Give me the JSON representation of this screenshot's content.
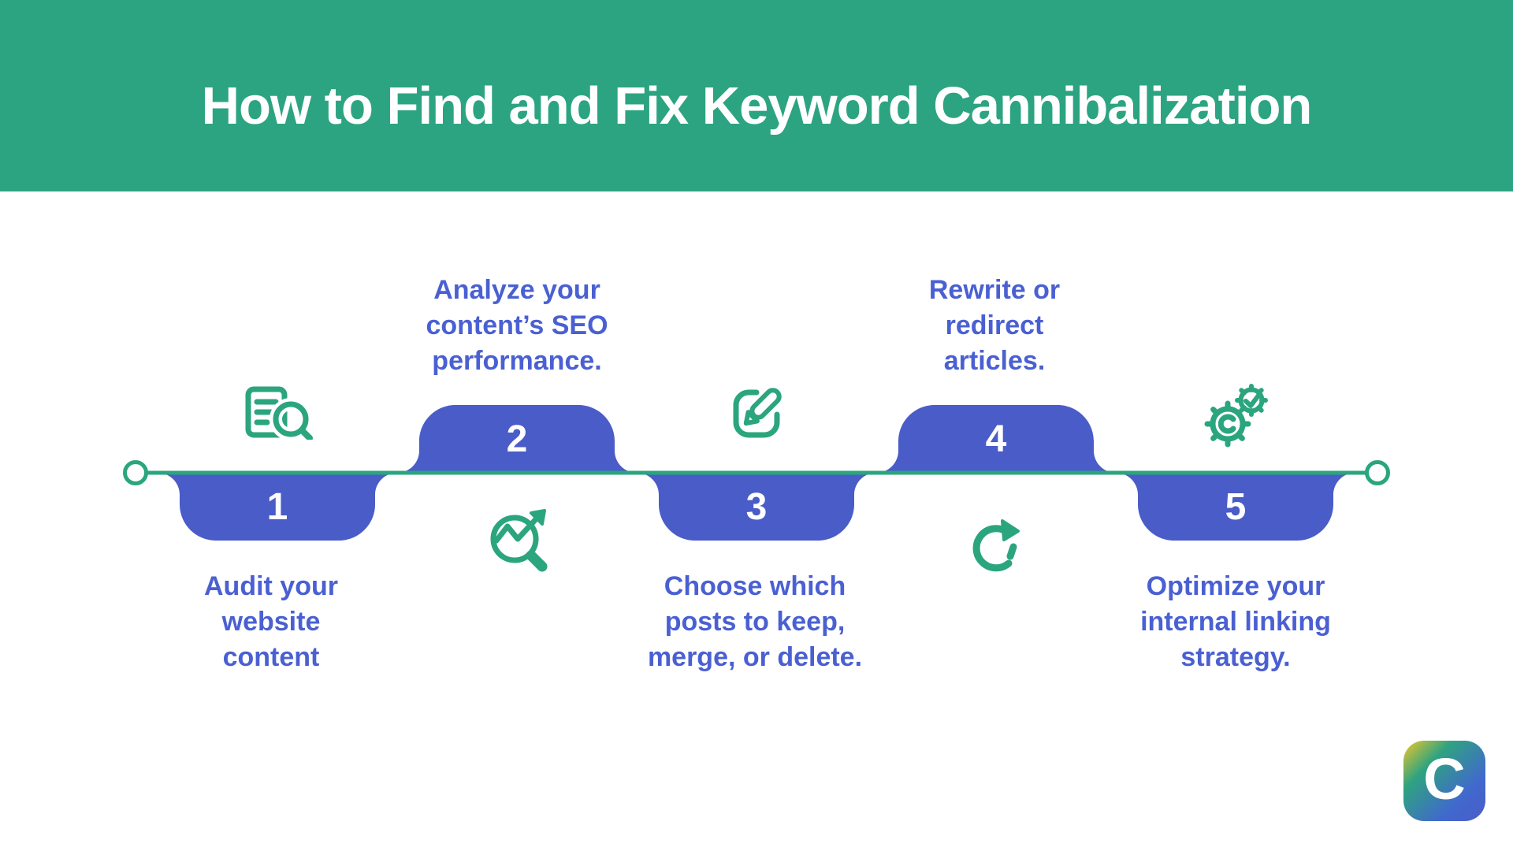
{
  "theme": {
    "header-green": "#2CA481",
    "line-green": "#2BA57E",
    "bump-blue": "#4A5CC8",
    "label-blue": "#4A60D2",
    "logo-yellow": "#F2C829",
    "logo-green": "#2FA380",
    "logo-blue": "#4168CE"
  },
  "header": {
    "title": "How to Find and Fix Keyword Cannibalization"
  },
  "steps": [
    {
      "number": "1",
      "label": "Audit your\nwebsite\ncontent",
      "icon": "document-search-icon",
      "side": "below"
    },
    {
      "number": "2",
      "label": "Analyze your\ncontent’s SEO\nperformance.",
      "icon": "seo-chart-magnifier-icon",
      "side": "above"
    },
    {
      "number": "3",
      "label": "Choose which\nposts to keep,\nmerge, or delete.",
      "icon": "edit-pencil-icon",
      "side": "below"
    },
    {
      "number": "4",
      "label": "Rewrite or\nredirect\narticles.",
      "icon": "redirect-refresh-icon",
      "side": "above"
    },
    {
      "number": "5",
      "label": "Optimize your\ninternal linking\nstrategy.",
      "icon": "gears-check-icon",
      "side": "below"
    }
  ],
  "logo": {
    "letter": "C"
  }
}
